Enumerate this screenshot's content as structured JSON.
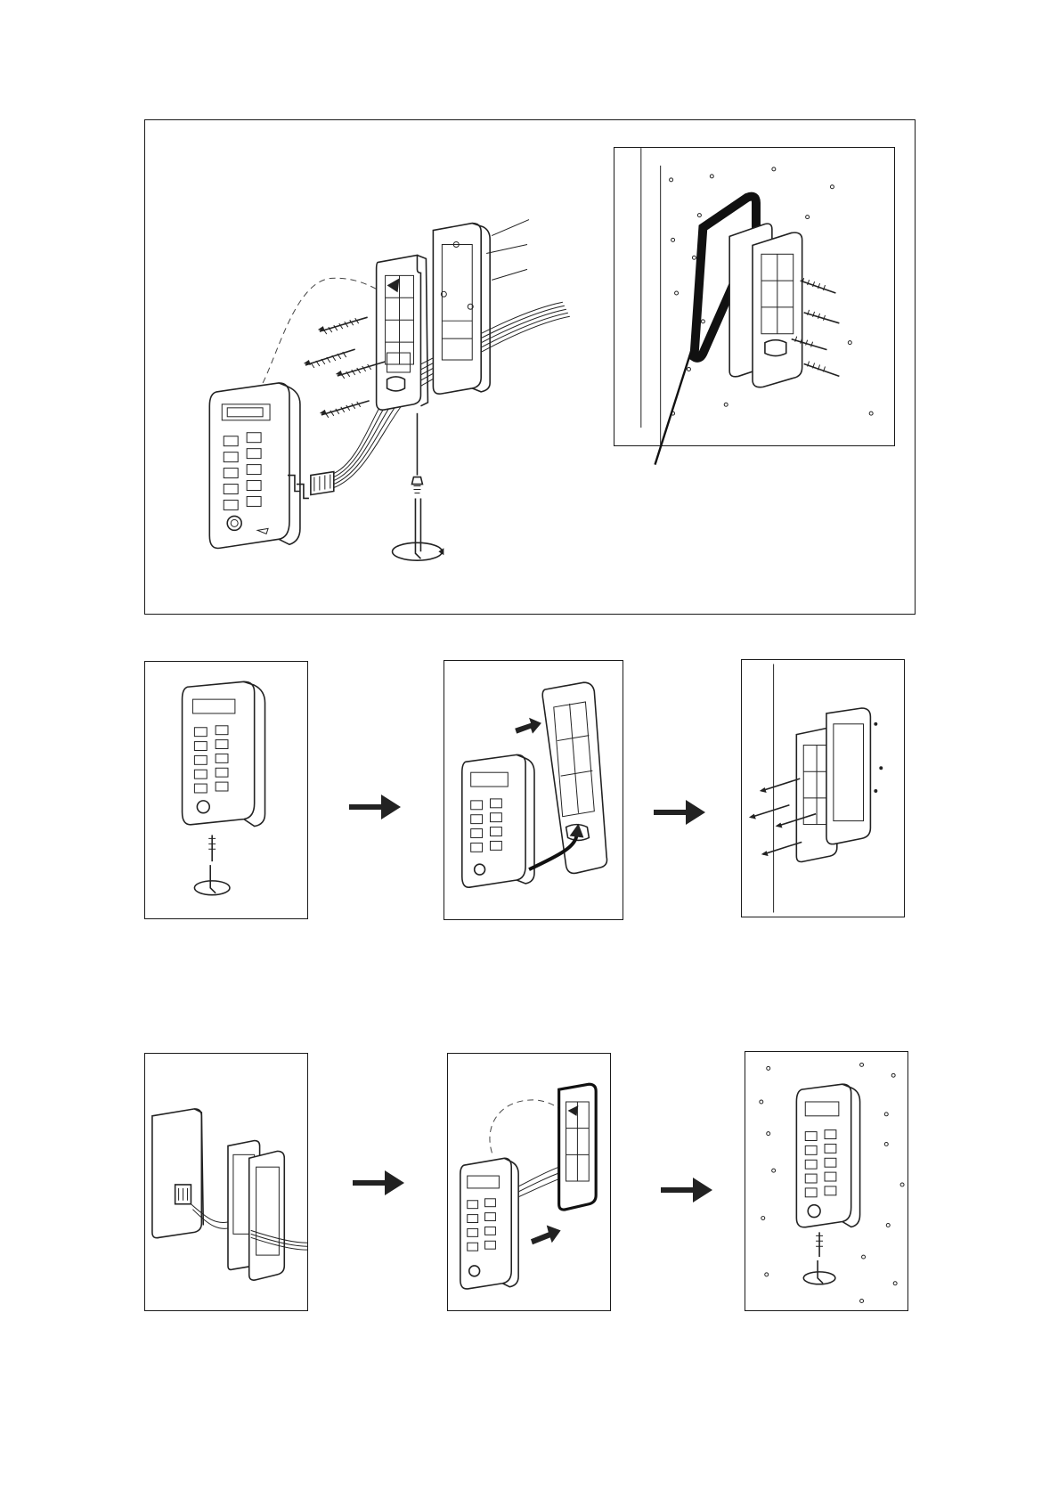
{
  "figure": {
    "panels": [
      {
        "name": "exploded-assembly"
      },
      {
        "name": "wall-gasket-detail"
      },
      {
        "name": "step-1-remove-screw"
      },
      {
        "name": "step-2-detach-back-plate"
      },
      {
        "name": "step-3-mount-plate-to-wall"
      },
      {
        "name": "step-4-connect-wires"
      },
      {
        "name": "step-5-attach-keypad"
      },
      {
        "name": "step-6-fasten-screw"
      }
    ],
    "icons": [
      "keypad-unit-icon",
      "back-plate-icon",
      "gasket-icon",
      "wall-anchor-icon",
      "allen-key-icon",
      "flow-arrow-icon"
    ],
    "colors": {
      "line": "#222222",
      "background": "#ffffff"
    }
  }
}
